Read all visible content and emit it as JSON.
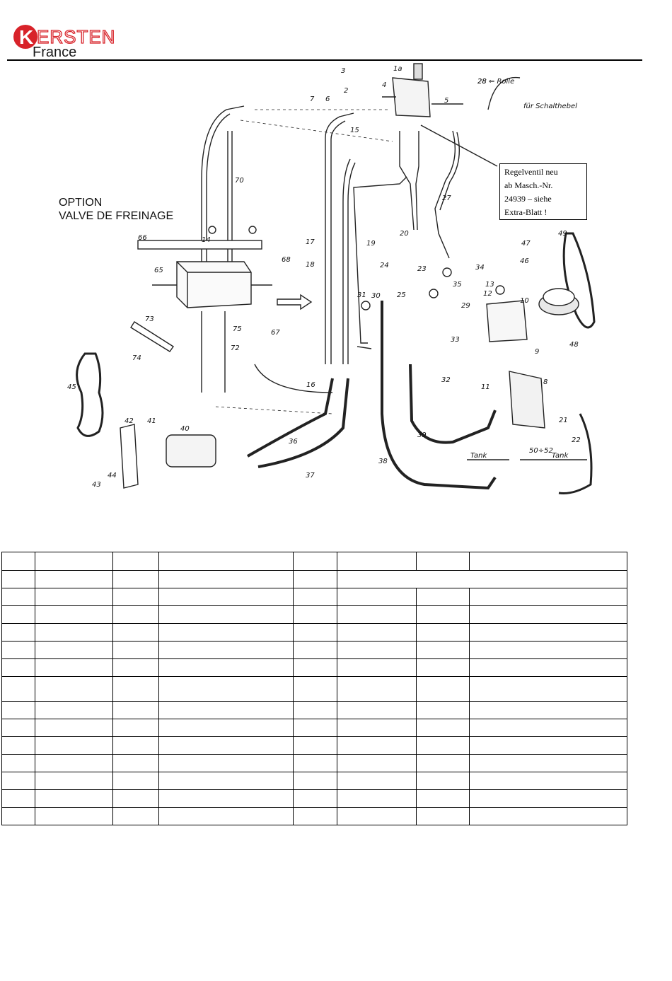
{
  "brand": {
    "name": "KERSTEN",
    "sub": "France",
    "accent": "#d8232a"
  },
  "diagram": {
    "option_line1": "OPTION",
    "option_line2": "VALVE DE FREINAGE",
    "note": [
      "Regelventil neu",
      "ab Masch.-Nr.",
      "24939 – siehe",
      "Extra-Blatt !"
    ],
    "rolle_label": "28 ⇐ Rolle",
    "schalthebel_label": "für Schalthebel",
    "tank_left": "Tank",
    "tank_right": "Tank",
    "tank_dim": "50÷52",
    "part_numbers": [
      "1a",
      "2",
      "3",
      "4",
      "5",
      "6",
      "7",
      "8",
      "9",
      "10",
      "11",
      "12",
      "13",
      "14",
      "15",
      "16",
      "17",
      "18",
      "19",
      "20",
      "21",
      "22",
      "23",
      "24",
      "25",
      "27",
      "28",
      "29",
      "30",
      "31",
      "32",
      "33",
      "34",
      "35",
      "36",
      "37",
      "38",
      "39",
      "40",
      "41",
      "42",
      "43",
      "44",
      "45",
      "46",
      "47",
      "48",
      "49",
      "65",
      "66",
      "67",
      "68",
      "70",
      "72",
      "73",
      "74",
      "75"
    ]
  },
  "table": {
    "rows": 15,
    "cols": 8
  }
}
